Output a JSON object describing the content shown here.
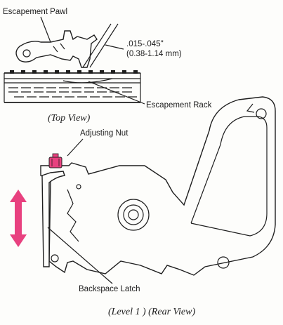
{
  "labels": {
    "escapement_pawl": "Escapement Pawl",
    "clearance_in": ".015-.045\"",
    "clearance_mm": "(0.38-1.14 mm)",
    "escapement_rack": "Escapement Rack",
    "top_view": "(Top View)",
    "adjusting_nut": "Adjusting Nut",
    "backspace_latch": "Backspace Latch",
    "caption": "(Level 1 ) (Rear View)"
  },
  "colors": {
    "line": "#1e1e1e",
    "highlight": "#e8417f",
    "background": "#fdfdfb"
  },
  "icons": {
    "motion_indicator": "double-arrow-vertical"
  }
}
